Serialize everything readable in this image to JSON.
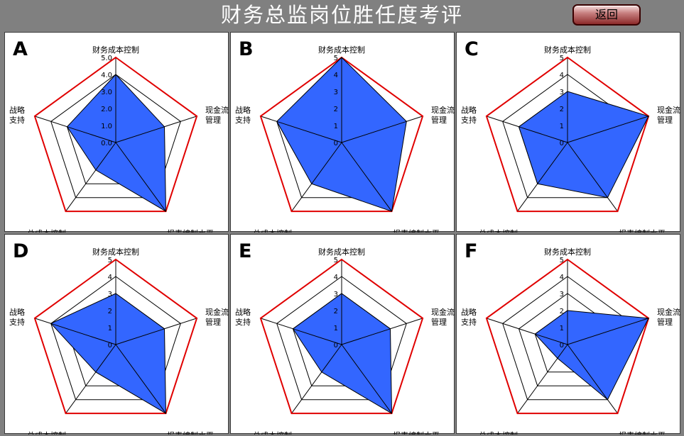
{
  "header": {
    "title": "财务总监岗位胜任度考评",
    "back_label": "返回"
  },
  "colors": {
    "background": "#808080",
    "panel": "#ffffff",
    "fill": "#3366ff",
    "outer_ring": "#e00000",
    "grid": "#000000"
  },
  "chart_data": [
    {
      "type": "radar",
      "label": "A",
      "axes": [
        "财务成本控制",
        "现金流\n管理",
        "报表编制水平",
        "总成本控制",
        "战略\n支持"
      ],
      "ticks": [
        "0.0",
        "1.0",
        "2.0",
        "3.0",
        "4.0",
        "5.0"
      ],
      "range": [
        0,
        5
      ],
      "values": [
        4,
        3,
        5,
        2,
        3
      ]
    },
    {
      "type": "radar",
      "label": "B",
      "axes": [
        "财务成本控制",
        "现金流\n管理",
        "报表编制水平",
        "总成本控制",
        "战略\n支持"
      ],
      "ticks": [
        "0",
        "1",
        "2",
        "3",
        "4",
        "5"
      ],
      "range": [
        0,
        5
      ],
      "values": [
        5,
        4,
        5,
        3,
        4
      ]
    },
    {
      "type": "radar",
      "label": "C",
      "axes": [
        "财务成本控制",
        "现金流\n管理",
        "报表编制水平",
        "总成本控制",
        "战略\n支持"
      ],
      "ticks": [
        "0",
        "1",
        "2",
        "3",
        "4",
        "5"
      ],
      "range": [
        0,
        5
      ],
      "values": [
        3,
        5,
        4,
        3,
        3
      ]
    },
    {
      "type": "radar",
      "label": "D",
      "axes": [
        "财务成本控制",
        "现金流\n管理",
        "报表编制水平",
        "总成本控制",
        "战略\n支持"
      ],
      "ticks": [
        "0",
        "1",
        "2",
        "3",
        "4",
        "5"
      ],
      "range": [
        0,
        5
      ],
      "values": [
        3,
        3,
        5,
        2,
        4
      ]
    },
    {
      "type": "radar",
      "label": "E",
      "axes": [
        "财务成本控制",
        "现金流\n管理",
        "报表编制水平",
        "总成本控制",
        "战略\n支持"
      ],
      "ticks": [
        "0",
        "1",
        "2",
        "3",
        "4",
        "5"
      ],
      "range": [
        0,
        5
      ],
      "values": [
        3,
        3,
        5,
        2,
        3
      ]
    },
    {
      "type": "radar",
      "label": "F",
      "axes": [
        "财务成本控制",
        "现金流\n管理",
        "报表编制水平",
        "总成本控制",
        "战略\n支持"
      ],
      "ticks": [
        "0",
        "1",
        "2",
        "3",
        "4",
        "5"
      ],
      "range": [
        0,
        5
      ],
      "values": [
        2,
        5,
        4,
        1,
        2
      ]
    }
  ]
}
